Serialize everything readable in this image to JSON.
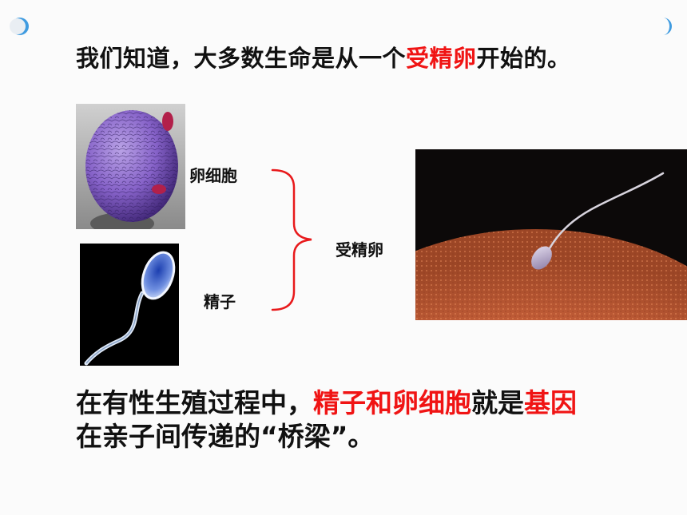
{
  "heading": {
    "part1": "我们知道，大多数生命是从一个",
    "highlight": "受精卵",
    "part2": "开始的。"
  },
  "labels": {
    "egg": "卵细胞",
    "sperm": "精子",
    "zygote": "受精卵"
  },
  "bottom": {
    "line1_part1": "在有性生殖过程中，",
    "line1_highlight1": "精子和卵细胞",
    "line1_part2": "就是",
    "line1_highlight2": "基因",
    "line2": "在亲子间传递的“桥梁”。"
  },
  "colors": {
    "highlight": "#f01414",
    "brace": "#e8191b",
    "deco": "#3f9be0"
  }
}
